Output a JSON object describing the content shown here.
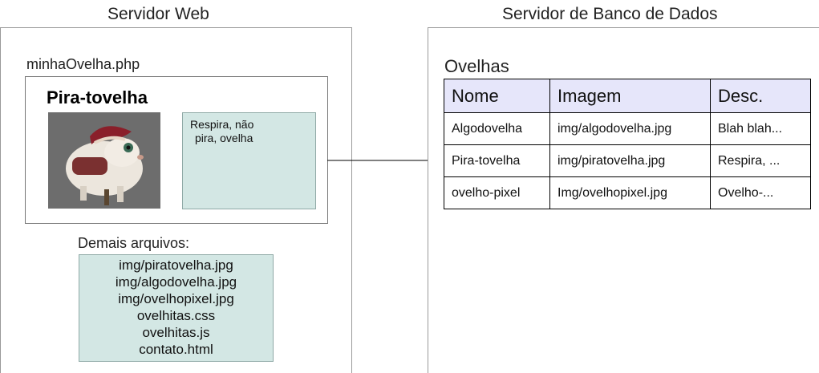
{
  "web_server": {
    "title": "Servidor Web",
    "page": {
      "filename": "minhaOvelha.php",
      "heading": "Pira-tovelha",
      "description_lines": [
        "Respira, não",
        "pira, ovelha"
      ]
    },
    "other_files": {
      "label": "Demais arquivos:",
      "files": [
        "img/piratovelha.jpg",
        "img/algodovelha.jpg",
        "img/ovelhopixel.jpg",
        "ovelhitas.css",
        "ovelhitas.js",
        "contato.html"
      ]
    }
  },
  "db_server": {
    "title": "Servidor de Banco de Dados",
    "table": {
      "name": "Ovelhas",
      "columns": [
        "Nome",
        "Imagem",
        "Desc."
      ],
      "rows": [
        [
          "Algodovelha",
          "img/algodovelha.jpg",
          "Blah blah..."
        ],
        [
          "Pira-tovelha",
          "img/piratovelha.jpg",
          "Respira, ..."
        ],
        [
          "ovelho-pixel",
          "Img/ovelhopixel.jpg",
          "Ovelho-..."
        ]
      ]
    }
  },
  "colors": {
    "teal_fill": "#d3e7e4",
    "header_fill": "#e6e6fa"
  }
}
